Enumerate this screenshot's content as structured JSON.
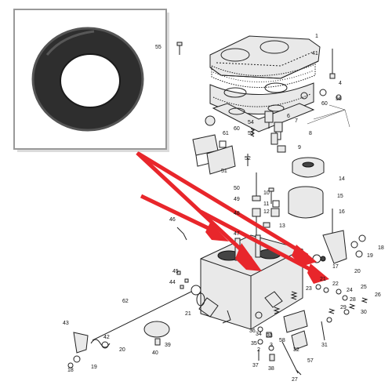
{
  "callouts": [
    {
      "id": "c1",
      "text": "1"
    },
    {
      "id": "c55",
      "text": "55"
    },
    {
      "id": "c41",
      "text": "41"
    },
    {
      "id": "c4",
      "text": "4"
    },
    {
      "id": "c56",
      "text": "56"
    },
    {
      "id": "c60a",
      "text": "60"
    },
    {
      "id": "c6",
      "text": "6"
    },
    {
      "id": "c54",
      "text": "54"
    },
    {
      "id": "c7",
      "text": "7"
    },
    {
      "id": "c60b",
      "text": "60"
    },
    {
      "id": "c61",
      "text": "61"
    },
    {
      "id": "c53",
      "text": "53"
    },
    {
      "id": "c8",
      "text": "8"
    },
    {
      "id": "c9",
      "text": "9"
    },
    {
      "id": "c52",
      "text": "52"
    },
    {
      "id": "c51",
      "text": "51"
    },
    {
      "id": "c14",
      "text": "14"
    },
    {
      "id": "c50",
      "text": "50"
    },
    {
      "id": "c10",
      "text": "10"
    },
    {
      "id": "c15",
      "text": "15"
    },
    {
      "id": "c49",
      "text": "49"
    },
    {
      "id": "c11",
      "text": "11"
    },
    {
      "id": "c12",
      "text": "12"
    },
    {
      "id": "c48",
      "text": "48"
    },
    {
      "id": "c16",
      "text": "16"
    },
    {
      "id": "c46",
      "text": "46"
    },
    {
      "id": "c13",
      "text": "13"
    },
    {
      "id": "c47",
      "text": "47"
    },
    {
      "id": "c18",
      "text": "18"
    },
    {
      "id": "c19",
      "text": "19"
    },
    {
      "id": "c17",
      "text": "17"
    },
    {
      "id": "c20a",
      "text": "20"
    },
    {
      "id": "c45",
      "text": "45"
    },
    {
      "id": "c44",
      "text": "44"
    },
    {
      "id": "c21a",
      "text": "21"
    },
    {
      "id": "c22",
      "text": "22"
    },
    {
      "id": "c24",
      "text": "24"
    },
    {
      "id": "c23",
      "text": "23"
    },
    {
      "id": "c25",
      "text": "25"
    },
    {
      "id": "c26",
      "text": "26"
    },
    {
      "id": "c28",
      "text": "28"
    },
    {
      "id": "c29",
      "text": "29"
    },
    {
      "id": "c30",
      "text": "30"
    },
    {
      "id": "c62",
      "text": "62"
    },
    {
      "id": "c21b",
      "text": "21"
    },
    {
      "id": "c36",
      "text": "36"
    },
    {
      "id": "c43",
      "text": "43"
    },
    {
      "id": "c42",
      "text": "42"
    },
    {
      "id": "c20b",
      "text": "20"
    },
    {
      "id": "c39",
      "text": "39"
    },
    {
      "id": "c40",
      "text": "40"
    },
    {
      "id": "c18b",
      "text": "18"
    },
    {
      "id": "c19b",
      "text": "19"
    },
    {
      "id": "c34",
      "text": "34"
    },
    {
      "id": "c33",
      "text": "33"
    },
    {
      "id": "c35",
      "text": "35"
    },
    {
      "id": "c2",
      "text": "2"
    },
    {
      "id": "c3",
      "text": "3"
    },
    {
      "id": "c58",
      "text": "58"
    },
    {
      "id": "c32",
      "text": "32"
    },
    {
      "id": "c31",
      "text": "31"
    },
    {
      "id": "c37",
      "text": "37"
    },
    {
      "id": "c38",
      "text": "38"
    },
    {
      "id": "c57",
      "text": "57"
    },
    {
      "id": "c27",
      "text": "27"
    }
  ],
  "colors": {
    "arrow": "#e8262b",
    "line_art": "#222222",
    "inset_bg": "#ffffff",
    "inset_border": "#999999",
    "oring": "#2e2e2e"
  }
}
